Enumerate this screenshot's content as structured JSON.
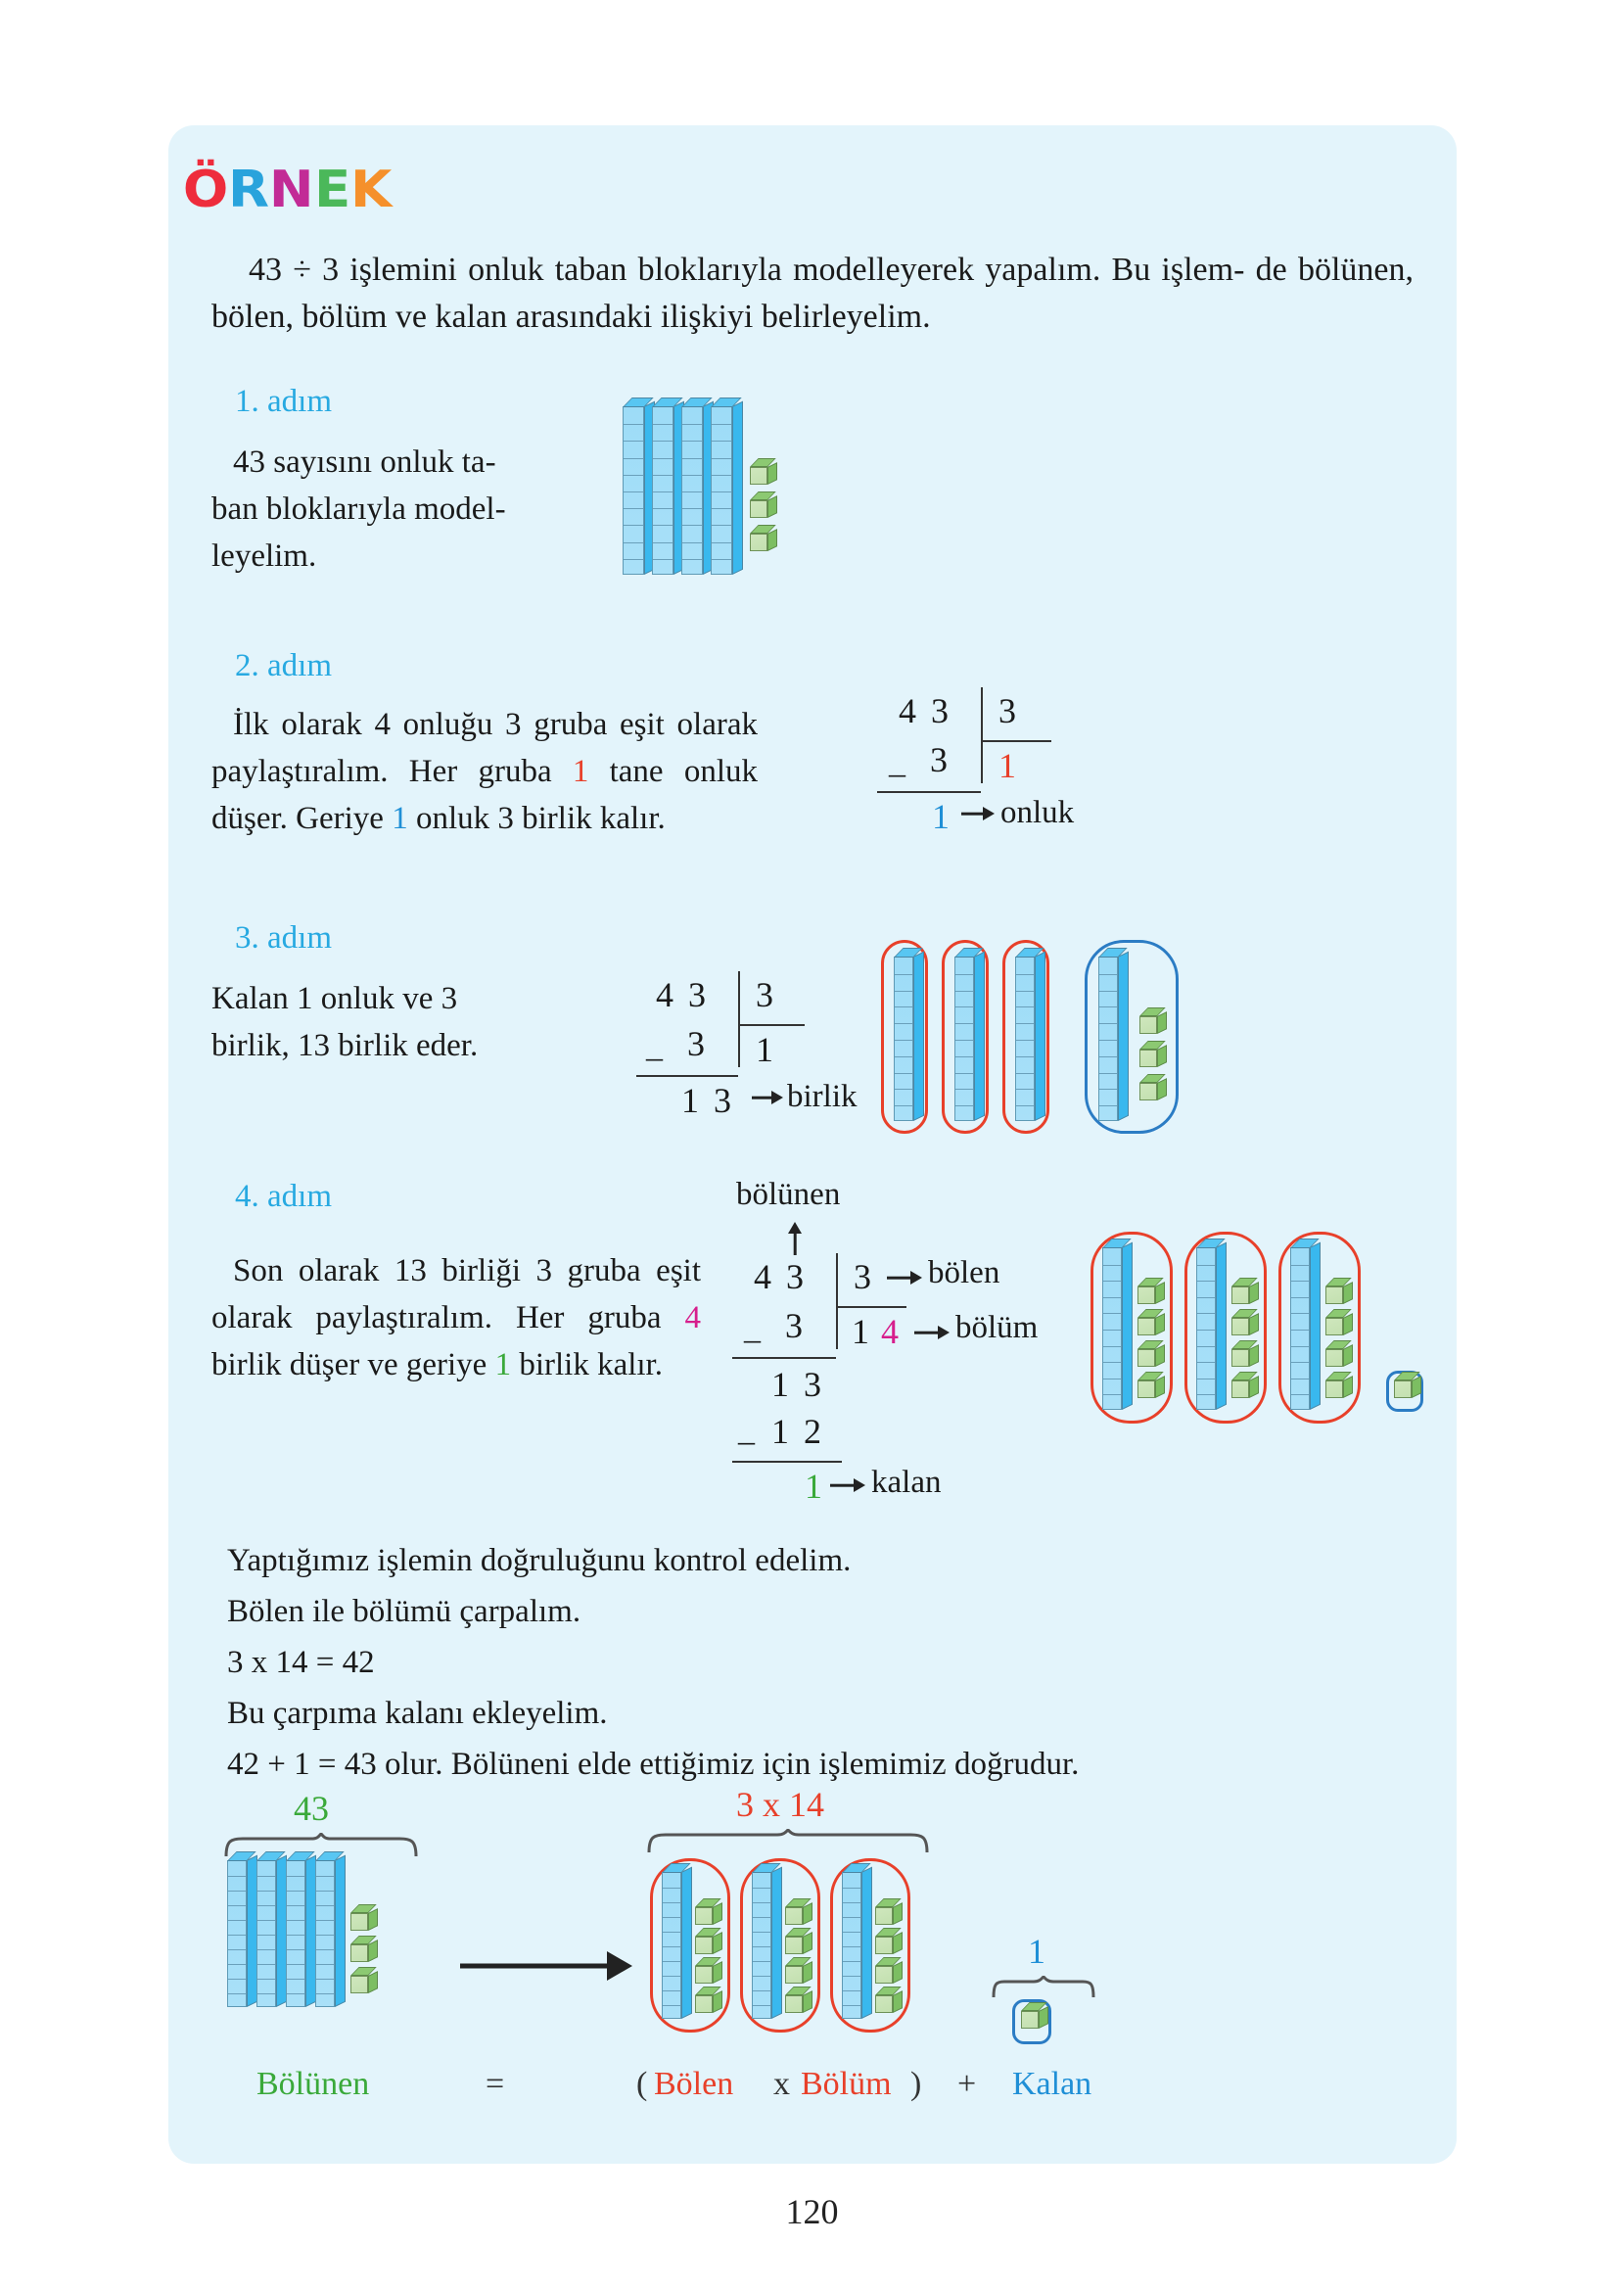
{
  "page": {
    "number": "120",
    "panel_color": "#e3f4fb"
  },
  "header": {
    "title_letters": [
      {
        "ch": "Ö",
        "color": "#ee2c3c"
      },
      {
        "ch": "R",
        "color": "#29a3dc"
      },
      {
        "ch": "N",
        "color": "#c22b96"
      },
      {
        "ch": "E",
        "color": "#4bb85a"
      },
      {
        "ch": "K",
        "color": "#f5902b"
      }
    ],
    "title_text": "ÖRNEK"
  },
  "intro": {
    "line1": "43 ÷ 3 işlemini onluk taban bloklarıyla modelleyerek yapalım. Bu işlem-",
    "line2": "de bölünen, bölen, bölüm ve kalan arasındaki ilişkiyi belirleyelim."
  },
  "steps": [
    {
      "label": "1. adım",
      "text": "43 sayısını onluk taban bloklarıyla modelleyelim.",
      "text_lines": [
        "43  sayısını  onluk  ta-",
        "ban  bloklarıyla  model-",
        "leyelim."
      ],
      "model": {
        "rods": 4,
        "cubes": 3
      }
    },
    {
      "label": "2. adım",
      "text_parts": [
        {
          "t": "İlk olarak 4 onluğu 3 gruba eşit olarak paylaştıralım. Her gruba ",
          "color": "#1a1a1a"
        },
        {
          "t": "1",
          "color": "#e8402a"
        },
        {
          "t": " tane onluk düşer. Geriye ",
          "color": "#1a1a1a"
        },
        {
          "t": "1",
          "color": "#1f8fd6"
        },
        {
          "t": " onluk 3 birlik kalır.",
          "color": "#1a1a1a"
        }
      ],
      "division": {
        "dividend": "4 3",
        "divisor": "3",
        "quotient": "1",
        "quotient_color": "#e8402a",
        "subtrahend": "3",
        "minus": "_",
        "remainder": "1",
        "remainder_color": "#1f8fd6",
        "remainder_label": "onluk"
      }
    },
    {
      "label": "3. adım",
      "text_lines": [
        "Kalan  1  onluk  ve  3",
        "birlik, 13 birlik eder."
      ],
      "division": {
        "dividend": "4 3",
        "divisor": "3",
        "quotient": "1",
        "subtrahend": "3",
        "minus": "_",
        "remainder": "1 3",
        "remainder_label": "birlik"
      },
      "model": {
        "red_groups": 3,
        "red_group_contents": {
          "rods": 1,
          "cubes": 0
        },
        "blue_group_contents": {
          "rods": 1,
          "cubes": 3
        }
      }
    },
    {
      "label": "4. adım",
      "text_parts": [
        {
          "t": "Son olarak 13 birliği 3 gruba eşit olarak paylaştıralım. Her gruba ",
          "color": "#1a1a1a"
        },
        {
          "t": "4",
          "color": "#d61e8c"
        },
        {
          "t": " birlik düşer ve geriye ",
          "color": "#1a1a1a"
        },
        {
          "t": "1",
          "color": "#3aa93a"
        },
        {
          "t": " birlik kalır.",
          "color": "#1a1a1a"
        }
      ],
      "division": {
        "top_label": "bölünen",
        "dividend": "4 3",
        "divisor": "3",
        "divisor_label": "bölen",
        "quotient_first": "1",
        "quotient_second": "4",
        "quotient_second_color": "#d61e8c",
        "quotient_label": "bölüm",
        "subtrahend": "3",
        "minus": "_",
        "bringdown": "1 3",
        "subtrahend2": "1 2",
        "minus2": "_",
        "remainder": "1",
        "remainder_color": "#3aa93a",
        "remainder_label": "kalan"
      },
      "model": {
        "red_groups": 3,
        "red_group_contents": {
          "rods": 1,
          "cubes": 4
        },
        "blue_group_contents": {
          "rods": 0,
          "cubes": 1
        }
      }
    }
  ],
  "check": {
    "line1": "Yaptığımız işlemin doğruluğunu kontrol edelim.",
    "line2": "Bölen ile bölümü çarpalım.",
    "line3": "3 x 14 = 42",
    "line4": "Bu çarpıma kalanı ekleyelim.",
    "line5": "42 + 1 = 43 olur. Bölüneni elde ettiğimiz için işlemimiz doğrudur."
  },
  "summary": {
    "brace_left_value": "43",
    "brace_left_color": "#3aa93a",
    "brace_middle_value": "3 x 14",
    "brace_middle_color": "#e8402a",
    "brace_right_value": "1",
    "brace_right_color": "#1f8fd6",
    "left_model": {
      "rods": 4,
      "cubes": 3
    },
    "right_model": {
      "red_groups": 3,
      "per_group": {
        "rods": 1,
        "cubes": 4
      },
      "remainder_cubes": 1
    },
    "equation": {
      "bolunen": "Bölünen",
      "equals": "=",
      "open_paren": "(",
      "bolen": "Bölen",
      "times": "x",
      "bolum": "Bölüm",
      "close_paren": ")",
      "plus": "+",
      "kalan": "Kalan"
    },
    "colors": {
      "bolunen": "#3aa93a",
      "bolen": "#e8402a",
      "bolum": "#e8402a",
      "kalan": "#1f8fd6"
    }
  }
}
